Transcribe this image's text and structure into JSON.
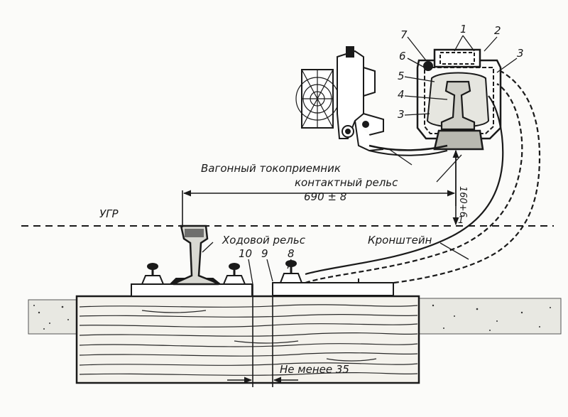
{
  "labels": {
    "current_collector": "Вагонный токоприемник",
    "contact_rail": "контактный рельс",
    "dimension_horizontal": "690 ± 8",
    "dimension_vertical": "160+6",
    "ugr": "УГР",
    "running_rail": "Ходовой рельс",
    "bracket": "Кронштейн",
    "min_distance": "Не менее 35"
  },
  "callouts": {
    "n1": "1",
    "n2": "2",
    "n3a": "3",
    "n3b": "3",
    "n4": "4",
    "n5": "5",
    "n6": "6",
    "n7": "7",
    "n8": "8",
    "n9": "9",
    "n10": "10",
    "ugr_mark": "1"
  },
  "colors": {
    "ink": "#1a1a1a",
    "paper": "#fbfbf9",
    "wood": "#2a2a2a"
  }
}
